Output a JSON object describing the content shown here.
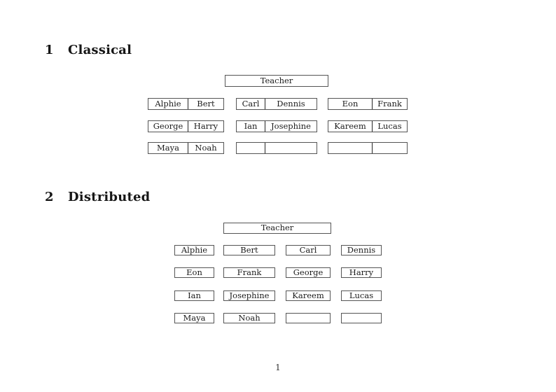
{
  "document": {
    "page_number": "1"
  },
  "classical": {
    "number": "1",
    "title": "Classical",
    "teacher": "Teacher",
    "rows": [
      [
        [
          "Alphie",
          "Bert"
        ],
        [
          "Carl",
          "Dennis"
        ],
        [
          "Eon",
          "Frank"
        ]
      ],
      [
        [
          "George",
          "Harry"
        ],
        [
          "Ian",
          "Josephine"
        ],
        [
          "Kareem",
          "Lucas"
        ]
      ],
      [
        [
          "Maya",
          "Noah"
        ],
        [
          "",
          ""
        ],
        [
          "",
          ""
        ]
      ]
    ]
  },
  "distributed": {
    "number": "2",
    "title": "Distributed",
    "teacher": "Teacher",
    "rows": [
      [
        "Alphie",
        "Bert",
        "Carl",
        "Dennis"
      ],
      [
        "Eon",
        "Frank",
        "George",
        "Harry"
      ],
      [
        "Ian",
        "Josephine",
        "Kareem",
        "Lucas"
      ],
      [
        "Maya",
        "Noah",
        "",
        ""
      ]
    ]
  }
}
